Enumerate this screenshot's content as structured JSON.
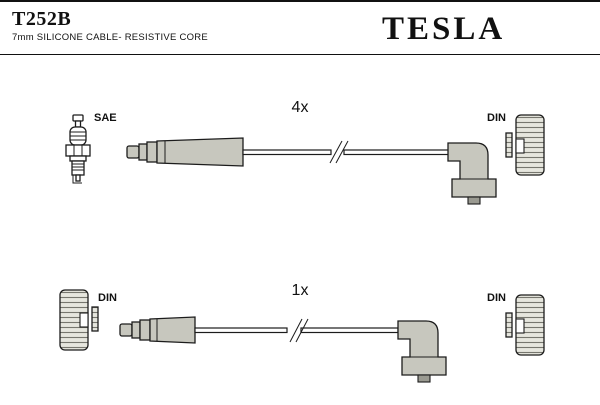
{
  "header": {
    "part_number": "T252B",
    "description": "7mm SILICONE CABLE- RESISTIVE CORE",
    "brand": "TESLA"
  },
  "colors": {
    "line": "#1c1c1c",
    "boot_fill": "#c7c7be",
    "terminal_bg": "#e6e6de"
  },
  "assemblies": {
    "top": {
      "quantity": "4x",
      "plug_standard": "SAE",
      "terminal_standard": "DIN"
    },
    "bottom": {
      "quantity": "1x",
      "left_terminal_standard": "DIN",
      "right_terminal_standard": "DIN"
    }
  }
}
